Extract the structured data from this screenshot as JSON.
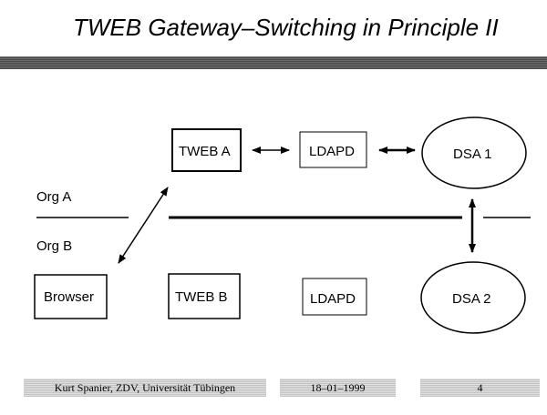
{
  "title": "TWEB Gateway–Switching in Principle II",
  "org_labels": {
    "org_a": "Org A",
    "org_b": "Org B"
  },
  "nodes": {
    "tweb_a": "TWEB A",
    "ldapd_a": "LDAPD",
    "dsa_1": "DSA 1",
    "browser": "Browser",
    "tweb_b": "TWEB B",
    "ldapd_b": "LDAPD",
    "dsa_2": "DSA 2"
  },
  "footer": {
    "author": "Kurt Spanier, ZDV, Universität Tübingen",
    "date": "18–01–1999",
    "page": "4"
  }
}
